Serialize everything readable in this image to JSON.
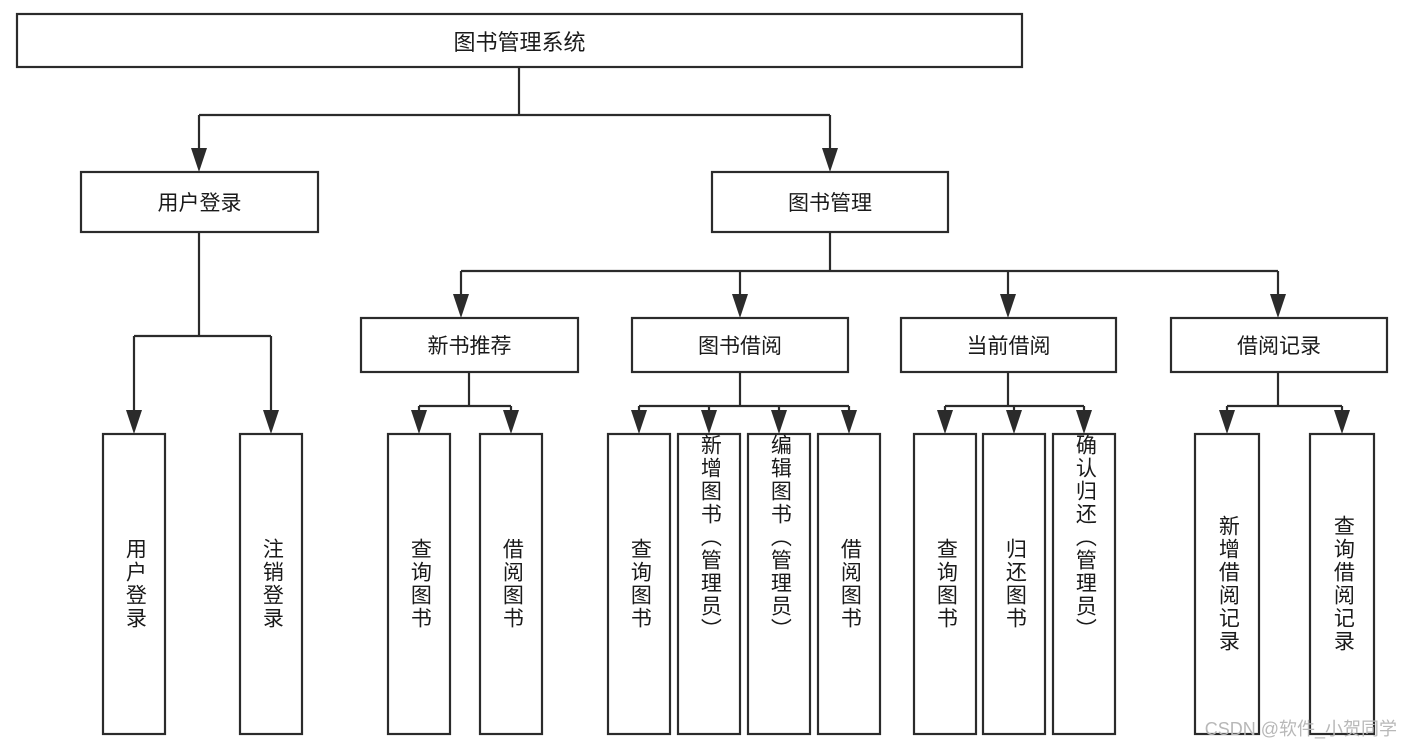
{
  "diagram": {
    "type": "tree-hierarchy-chart",
    "title": "图书管理系统",
    "watermark": "CSDN @软件_小贺同学",
    "colors": {
      "background": "#ffffff",
      "box_fill": "#ffffff",
      "stroke": "#2b2b2b",
      "text": "#1a1a1a",
      "watermark": "#b8b8b8"
    },
    "levels": {
      "root_label": "图书管理系统",
      "level2": [
        "用户登录",
        "图书管理"
      ],
      "level3": [
        "新书推荐",
        "图书借阅",
        "当前借阅",
        "借阅记录"
      ]
    },
    "nodes": {
      "root": {
        "label": "图书管理系统",
        "orientation": "horizontal"
      },
      "user_login": {
        "label": "用户登录",
        "orientation": "horizontal"
      },
      "book_manage": {
        "label": "图书管理",
        "orientation": "horizontal"
      },
      "new_book_rec": {
        "label": "新书推荐",
        "orientation": "horizontal"
      },
      "book_borrow": {
        "label": "图书借阅",
        "orientation": "horizontal"
      },
      "current_borrow": {
        "label": "当前借阅",
        "orientation": "horizontal"
      },
      "borrow_record": {
        "label": "借阅记录",
        "orientation": "horizontal"
      },
      "leaf_user_login": {
        "label": "用户登录",
        "orientation": "vertical"
      },
      "leaf_logout": {
        "label": "注销登录",
        "orientation": "vertical"
      },
      "leaf_query_book_1": {
        "label": "查询图书",
        "orientation": "vertical"
      },
      "leaf_borrow_book_1": {
        "label": "借阅图书",
        "orientation": "vertical"
      },
      "leaf_query_book_2": {
        "label": "查询图书",
        "orientation": "vertical"
      },
      "leaf_add_book": {
        "label": "新增图书（管理员）",
        "orientation": "vertical"
      },
      "leaf_edit_book": {
        "label": "编辑图书（管理员）",
        "orientation": "vertical"
      },
      "leaf_borrow_book_2": {
        "label": "借阅图书",
        "orientation": "vertical"
      },
      "leaf_query_book_3": {
        "label": "查询图书",
        "orientation": "vertical"
      },
      "leaf_return_book": {
        "label": "归还图书",
        "orientation": "vertical"
      },
      "leaf_confirm_return": {
        "label": "确认归还（管理员）",
        "orientation": "vertical"
      },
      "leaf_add_record": {
        "label": "新增借阅记录",
        "orientation": "vertical"
      },
      "leaf_query_record": {
        "label": "查询借阅记录",
        "orientation": "vertical"
      }
    }
  }
}
